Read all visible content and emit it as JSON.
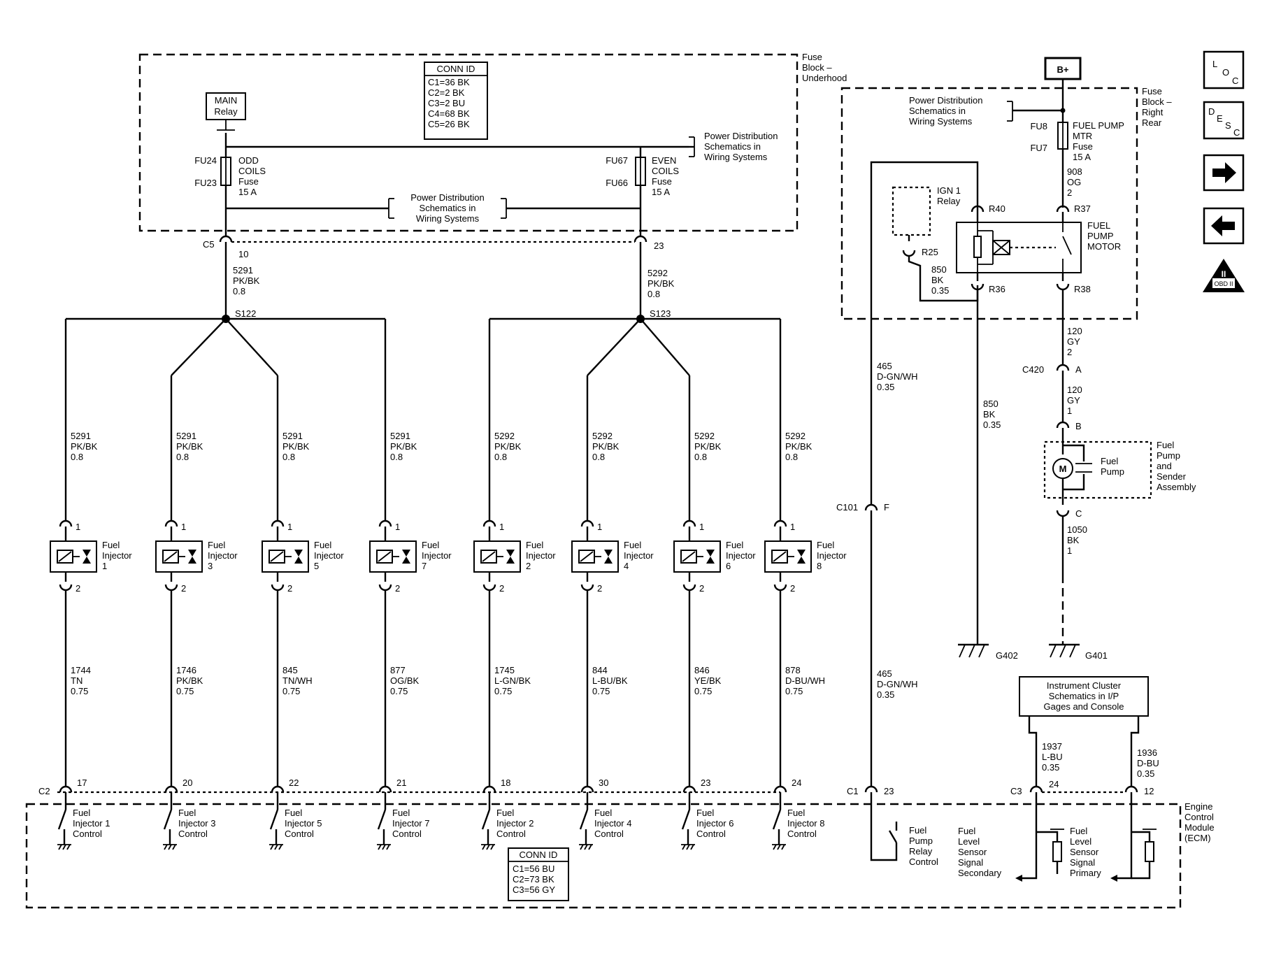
{
  "blocks": {
    "fuse_block_underhood": [
      "Fuse",
      "Block –",
      "Underhood"
    ],
    "fuse_block_right_rear": [
      "Fuse",
      "Block –",
      "Right",
      "Rear"
    ],
    "ecm": [
      "Engine",
      "Control",
      "Module",
      "(ECM)"
    ],
    "pump_assembly": [
      "Fuel",
      "Pump",
      "and",
      "Sender",
      "Assembly"
    ]
  },
  "conn_id_top": {
    "title": "CONN ID",
    "lines": [
      "C1=36 BK",
      "C2=2 BK",
      "C3=2 BU",
      "C4=68 BK",
      "C5=26 BK"
    ]
  },
  "conn_id_bottom": {
    "title": "CONN ID",
    "lines": [
      "C1=56 BU",
      "C2=73 BK",
      "C3=56 GY"
    ]
  },
  "main_relay": [
    "MAIN",
    "Relay"
  ],
  "b_plus": "B+",
  "pd_ref": [
    "Power Distribution",
    "Schematics in",
    "Wiring Systems"
  ],
  "fuse_odd": {
    "top_id": "FU24",
    "bottom_id": "FU23",
    "label": [
      "ODD",
      "COILS",
      "Fuse",
      "15 A"
    ]
  },
  "fuse_even": {
    "top_id": "FU67",
    "bottom_id": "FU66",
    "label": [
      "EVEN",
      "COILS",
      "Fuse",
      "15 A"
    ]
  },
  "fuse_pump": {
    "top_id": "FU8",
    "bottom_id": "FU7",
    "label": [
      "FUEL PUMP",
      "MTR",
      "Fuse",
      "15 A"
    ]
  },
  "c5": {
    "name": "C5",
    "pin_left": "10",
    "pin_right": "23"
  },
  "trunk_left": [
    "5291",
    "PK/BK",
    "0.8"
  ],
  "trunk_right": [
    "5292",
    "PK/BK",
    "0.8"
  ],
  "splices": [
    "S122",
    "S123"
  ],
  "injectors": [
    {
      "feed": [
        "5291",
        "PK/BK",
        "0.8"
      ],
      "name": [
        "Fuel",
        "Injector",
        "1"
      ],
      "pin_top": "1",
      "pin_bottom": "2",
      "ctrl_wire": [
        "1744",
        "TN",
        "0.75"
      ],
      "ecm_pin": "17",
      "ecm_label": [
        "Fuel",
        "Injector 1",
        "Control"
      ]
    },
    {
      "feed": [
        "5291",
        "PK/BK",
        "0.8"
      ],
      "name": [
        "Fuel",
        "Injector",
        "3"
      ],
      "pin_top": "1",
      "pin_bottom": "2",
      "ctrl_wire": [
        "1746",
        "PK/BK",
        "0.75"
      ],
      "ecm_pin": "20",
      "ecm_label": [
        "Fuel",
        "Injector 3",
        "Control"
      ]
    },
    {
      "feed": [
        "5291",
        "PK/BK",
        "0.8"
      ],
      "name": [
        "Fuel",
        "Injector",
        "5"
      ],
      "pin_top": "1",
      "pin_bottom": "2",
      "ctrl_wire": [
        "845",
        "TN/WH",
        "0.75"
      ],
      "ecm_pin": "22",
      "ecm_label": [
        "Fuel",
        "Injector 5",
        "Control"
      ]
    },
    {
      "feed": [
        "5291",
        "PK/BK",
        "0.8"
      ],
      "name": [
        "Fuel",
        "Injector",
        "7"
      ],
      "pin_top": "1",
      "pin_bottom": "2",
      "ctrl_wire": [
        "877",
        "OG/BK",
        "0.75"
      ],
      "ecm_pin": "21",
      "ecm_label": [
        "Fuel",
        "Injector 7",
        "Control"
      ]
    },
    {
      "feed": [
        "5292",
        "PK/BK",
        "0.8"
      ],
      "name": [
        "Fuel",
        "Injector",
        "2"
      ],
      "pin_top": "1",
      "pin_bottom": "2",
      "ctrl_wire": [
        "1745",
        "L-GN/BK",
        "0.75"
      ],
      "ecm_pin": "18",
      "ecm_label": [
        "Fuel",
        "Injector 2",
        "Control"
      ]
    },
    {
      "feed": [
        "5292",
        "PK/BK",
        "0.8"
      ],
      "name": [
        "Fuel",
        "Injector",
        "4"
      ],
      "pin_top": "1",
      "pin_bottom": "2",
      "ctrl_wire": [
        "844",
        "L-BU/BK",
        "0.75"
      ],
      "ecm_pin": "30",
      "ecm_label": [
        "Fuel",
        "Injector 4",
        "Control"
      ]
    },
    {
      "feed": [
        "5292",
        "PK/BK",
        "0.8"
      ],
      "name": [
        "Fuel",
        "Injector",
        "6"
      ],
      "pin_top": "1",
      "pin_bottom": "2",
      "ctrl_wire": [
        "846",
        "YE/BK",
        "0.75"
      ],
      "ecm_pin": "23",
      "ecm_label": [
        "Fuel",
        "Injector 6",
        "Control"
      ]
    },
    {
      "feed": [
        "5292",
        "PK/BK",
        "0.8"
      ],
      "name": [
        "Fuel",
        "Injector",
        "8"
      ],
      "pin_top": "1",
      "pin_bottom": "2",
      "ctrl_wire": [
        "878",
        "D-BU/WH",
        "0.75"
      ],
      "ecm_pin": "24",
      "ecm_label": [
        "Fuel",
        "Injector 8",
        "Control"
      ]
    }
  ],
  "c2_label": "C2",
  "c1_label": "C1",
  "c1_pin": "23",
  "c3_label": "C3",
  "c3_pin_a": "24",
  "c3_pin_b": "12",
  "ign_relay": [
    "IGN 1",
    "Relay"
  ],
  "pump_relay": [
    "FUEL",
    "PUMP",
    "MOTOR"
  ],
  "relay_pins": {
    "r40": "R40",
    "r25": "R25",
    "r36": "R36",
    "r37": "R37",
    "r38": "R38"
  },
  "wire_908": [
    "908",
    "OG",
    "2"
  ],
  "wire_850_short": [
    "850",
    "BK",
    "0.35"
  ],
  "wire_850_long": [
    "850",
    "BK",
    "0.35"
  ],
  "wire_465_upper": [
    "465",
    "D-GN/WH",
    "0.35"
  ],
  "wire_465_lower": [
    "465",
    "D-GN/WH",
    "0.35"
  ],
  "c101": {
    "name": "C101",
    "pin": "F"
  },
  "wire_120_a": [
    "120",
    "GY",
    "2"
  ],
  "c420": {
    "name": "C420",
    "pin_a": "A",
    "pin_b": "B"
  },
  "wire_120_b": [
    "120",
    "GY",
    "1"
  ],
  "fuel_pump": [
    "Fuel",
    "Pump"
  ],
  "motor_symbol": "M",
  "pump_pin_c": "C",
  "wire_1050": [
    "1050",
    "BK",
    "1"
  ],
  "grounds": [
    "G402",
    "G401"
  ],
  "ipc_ref": [
    "Instrument Cluster",
    "Schematics in I/P",
    "Gages and Console"
  ],
  "wire_1937": [
    "1937",
    "L-BU",
    "0.35"
  ],
  "wire_1936": [
    "1936",
    "D-BU",
    "0.35"
  ],
  "ecm_relay_ctrl": [
    "Fuel",
    "Pump",
    "Relay",
    "Control"
  ],
  "ecm_sensor_secondary": [
    "Fuel",
    "Level",
    "Sensor",
    "Signal",
    "Secondary"
  ],
  "ecm_sensor_primary": [
    "Fuel",
    "Level",
    "Sensor",
    "Signal",
    "Primary"
  ],
  "nav": {
    "loc": [
      "L",
      "O",
      "C"
    ],
    "desc": [
      "D",
      "E",
      "S",
      "C"
    ],
    "forward": "→",
    "back": "←",
    "obd": [
      "II",
      "OBD II"
    ]
  }
}
